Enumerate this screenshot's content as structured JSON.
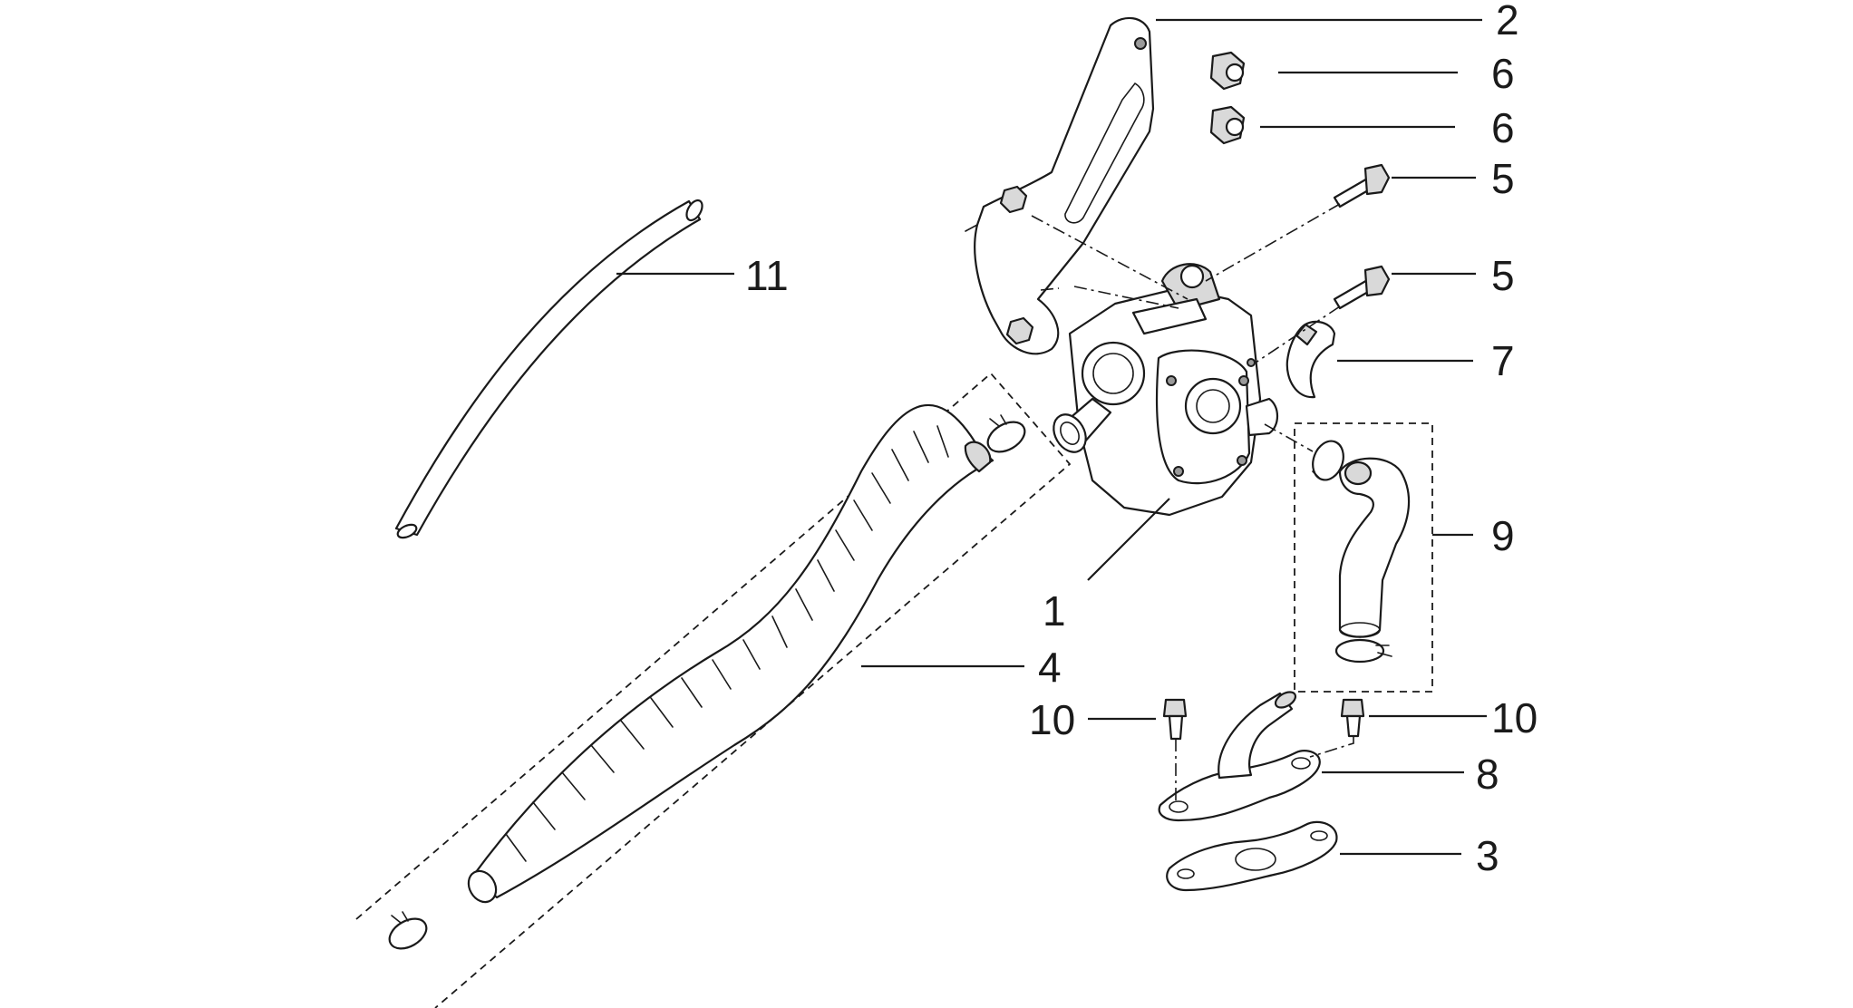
{
  "diagram": {
    "callouts": {
      "c1": "1",
      "c2": "2",
      "c3": "3",
      "c4": "4",
      "c5a": "5",
      "c5b": "5",
      "c6a": "6",
      "c6b": "6",
      "c7": "7",
      "c8": "8",
      "c9": "9",
      "c10a": "10",
      "c10b": "10",
      "c11": "11"
    }
  }
}
